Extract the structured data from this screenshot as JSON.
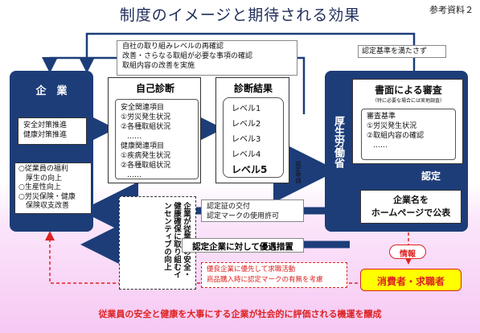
{
  "title": "制度のイメージと期待される効果",
  "ref_label": "参考資料２",
  "top_note": {
    "lines": [
      "自社の取り組みレベルの再確認",
      "改善・さらなる取組が必要な事項の確認",
      "取組内容の改善を実施"
    ]
  },
  "cert_not_met": "認定基準を満たさず",
  "company": {
    "title": "企　業",
    "activities": [
      "安全対策推進",
      "健康対策推進"
    ],
    "results": [
      "○従業員の福利",
      "　厚生の向上",
      "○生産性向上",
      "○労災保険・健康",
      "　保険収支改善"
    ]
  },
  "self_diag": {
    "title": "自己診断",
    "safety_head": "安全関連項目",
    "safety_items": [
      "①労災発生状況",
      "②各種取組状況"
    ],
    "dots1": "……",
    "health_head": "健康関連項目",
    "health_items": [
      "①疾病発生状況",
      "②各種取組状況"
    ],
    "dots2": "……"
  },
  "diag_result": {
    "title": "診断結果",
    "levels": [
      "レベル1",
      "レベル2",
      "レベル3",
      "レベル4",
      "レベル5"
    ]
  },
  "apply_label": "認定申請",
  "ministry": {
    "name": "厚生労働省",
    "review_title": "書面による審査",
    "review_sub": "（特に必要な場合には実地調査）",
    "criteria_title": "審査基準",
    "criteria_items": [
      "①労災発生状況",
      "②取組内容の確認"
    ],
    "dots": "……",
    "certify": "認定",
    "publish": [
      "企業名を",
      "ホームページで公表"
    ]
  },
  "issue_note": [
    "認定証の交付",
    "認定マークの使用許可"
  ],
  "incentive": "企業が従業員の安全・健康確保に取り組むインセンティブの向上",
  "preferential": "認定企業に対して優遇措置",
  "info_label": "情報",
  "consumers": "消費者・求職者",
  "consumer_actions": [
    "優良企業に優先して求職活動",
    "商品購入時に認定マークの有無を考慮"
  ],
  "bottom_message": "従業員の安全と健康を大事にする企業が社会的に評価される機運を醸成",
  "colors": {
    "navy": "#1d3d79",
    "red": "#dd2222",
    "yellow": "#ffff00",
    "pink": "#f6c8f3"
  }
}
